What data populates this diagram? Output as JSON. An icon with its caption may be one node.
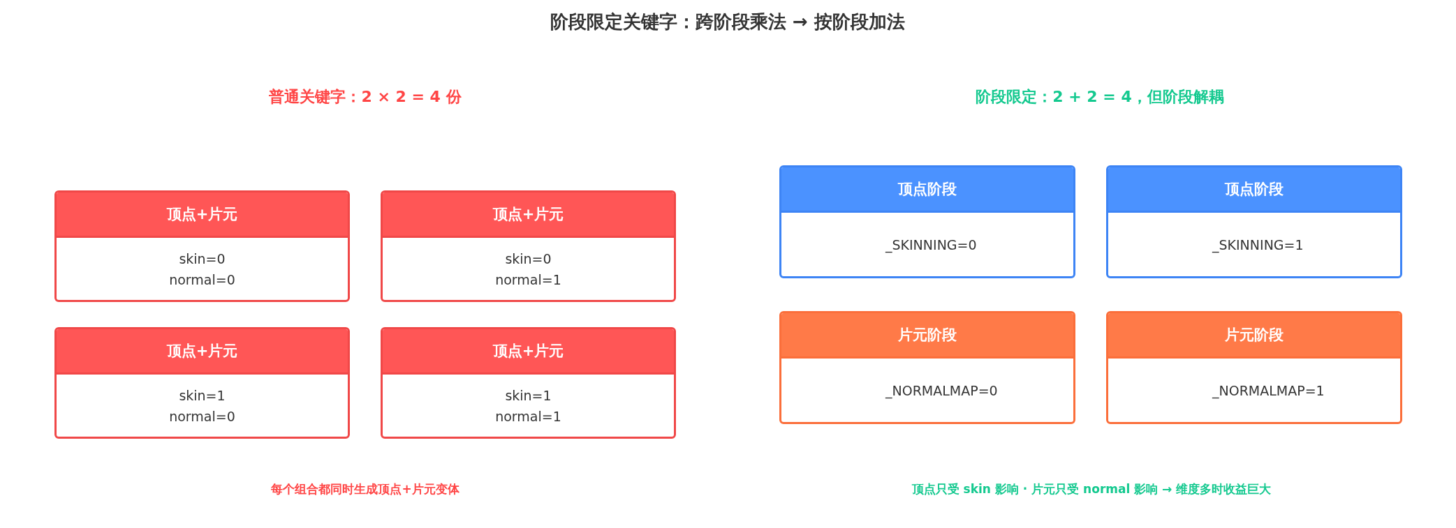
{
  "diagram": {
    "title": "阶段限定关键字：跨阶段乘法 → 按阶段加法",
    "nodes": [
      {
        "text": [
          "顶点+片元",
          "skin=0 normal=0"
        ]
      },
      {
        "text": [
          "顶点+片元",
          "skin=0 normal=1"
        ]
      },
      {
        "text": [
          "顶点+片元",
          "skin=1 normal=0"
        ]
      },
      {
        "text": [
          "顶点+片元",
          "skin=1 normal=1"
        ]
      },
      {
        "text": [
          "顶点阶段",
          "_SKINNING=0"
        ]
      },
      {
        "text": [
          "顶点阶段",
          "_SKINNING=1"
        ]
      },
      {
        "text": [
          "片元阶段",
          "_NORMALMAP=0"
        ]
      },
      {
        "text": [
          "片元阶段",
          "_NORMALMAP=1"
        ]
      }
    ],
    "labels": [
      "普通关键字：2 × 2 = 4 份",
      "阶段限定：2 + 2 = 4，但阶段解耦",
      "每个组合都同时生成顶点+片元变体",
      "顶点只受 skin 影响 · 片元只受 normal 影响 → 维度多时收益巨大"
    ]
  }
}
